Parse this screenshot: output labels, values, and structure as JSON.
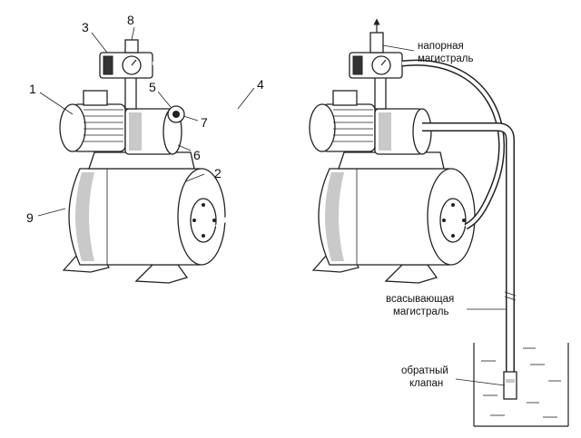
{
  "left_figure": {
    "callouts": [
      "1",
      "2",
      "3",
      "4",
      "5",
      "6",
      "7",
      "8",
      "9"
    ]
  },
  "right_figure": {
    "labels": {
      "pressure_line_1": "напорная",
      "pressure_line_2": "магистраль",
      "suction_line_1": "всасывающая",
      "suction_line_2": "магистраль",
      "check_valve_1": "обратный",
      "check_valve_2": "клапан"
    }
  }
}
